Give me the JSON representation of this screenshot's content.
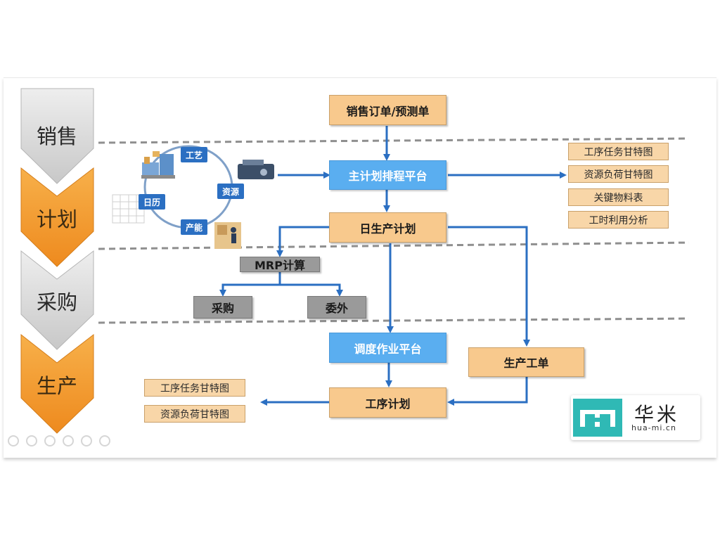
{
  "stages": [
    {
      "label": "销售",
      "color": "#d9d9d9"
    },
    {
      "label": "计划",
      "color": "#f39a2e"
    },
    {
      "label": "采购",
      "color": "#d9d9d9"
    },
    {
      "label": "生产",
      "color": "#f39a2e"
    }
  ],
  "cycle": {
    "items": [
      "工艺",
      "资源",
      "产能",
      "日历"
    ]
  },
  "nodes": {
    "sales_order": "销售订单/预测单",
    "master_plan": "主计划排程平台",
    "daily_plan": "日生产计划",
    "mrp": "MRP计算",
    "purchase": "采购",
    "outsource": "委外",
    "dispatch": "调度作业平台",
    "work_order": "生产工单",
    "process_plan": "工序计划"
  },
  "right_outputs": [
    "工序任务甘特图",
    "资源负荷甘特图",
    "关键物料表",
    "工时利用分析"
  ],
  "left_outputs": [
    "工序任务甘特图",
    "资源负荷甘特图"
  ],
  "logo": {
    "cn": "华米",
    "en": "hua-mi.cn",
    "mark": "m",
    "color": "#2fb9b5"
  },
  "colors": {
    "tan": "#f8c98d",
    "blue": "#5aaef0",
    "arrow": "#2b6fc2",
    "gray": "#9a9a9a"
  }
}
